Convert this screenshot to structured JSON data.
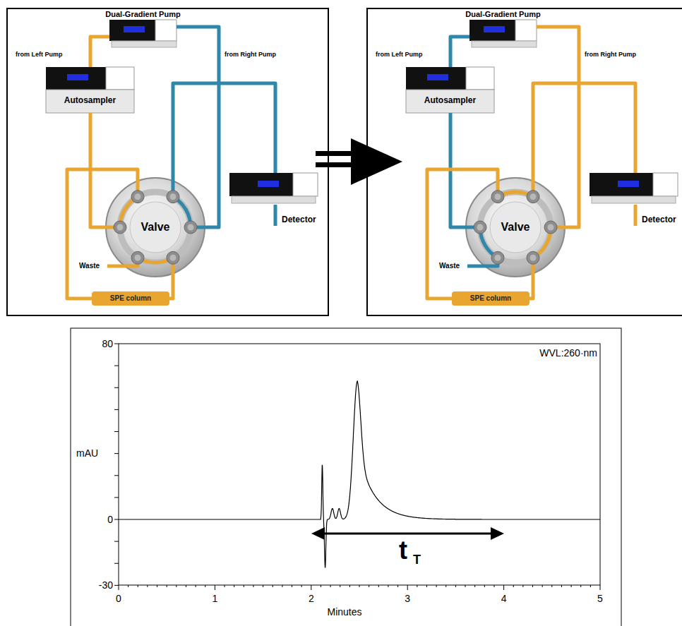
{
  "diagram": {
    "nodes": [
      {
        "text": [
          "Dual-Gradient Pump"
        ]
      },
      {
        "text": [
          "Autosampler"
        ]
      },
      {
        "text": [
          "Valve"
        ]
      },
      {
        "text": [
          "Detector"
        ]
      },
      {
        "text": [
          "SPE column"
        ]
      },
      {
        "text": [
          "Dual-Gradient Pump"
        ]
      },
      {
        "text": [
          "Autosampler"
        ]
      },
      {
        "text": [
          "Valve"
        ]
      },
      {
        "text": [
          "Detector"
        ]
      },
      {
        "text": [
          "SPE column"
        ]
      }
    ],
    "edges": [
      {
        "from": 0,
        "to": 1,
        "arrow": "none"
      },
      {
        "from": 1,
        "to": 2,
        "arrow": "none"
      },
      {
        "from": 0,
        "to": 2,
        "arrow": "none"
      },
      {
        "from": 2,
        "to": 3,
        "arrow": "none"
      },
      {
        "from": 2,
        "to": 4,
        "arrow": "none"
      },
      {
        "from": 4,
        "to": 2,
        "arrow": "none"
      },
      {
        "from": 5,
        "to": 6,
        "arrow": "none"
      },
      {
        "from": 6,
        "to": 7,
        "arrow": "none"
      },
      {
        "from": 5,
        "to": 7,
        "arrow": "none"
      },
      {
        "from": 7,
        "to": 8,
        "arrow": "none"
      },
      {
        "from": 7,
        "to": 9,
        "arrow": "none"
      },
      {
        "from": 9,
        "to": 7,
        "arrow": "none"
      }
    ],
    "labels": [
      "from Left Pump",
      "from Right Pump",
      "Waste",
      "from Left Pump",
      "from Right Pump",
      "Waste",
      "80",
      "mAU",
      "0",
      "-30",
      "0",
      "1",
      "2",
      "3",
      "4",
      "5",
      "Minutes",
      "WVL:260·nm",
      "t",
      "T"
    ]
  }
}
